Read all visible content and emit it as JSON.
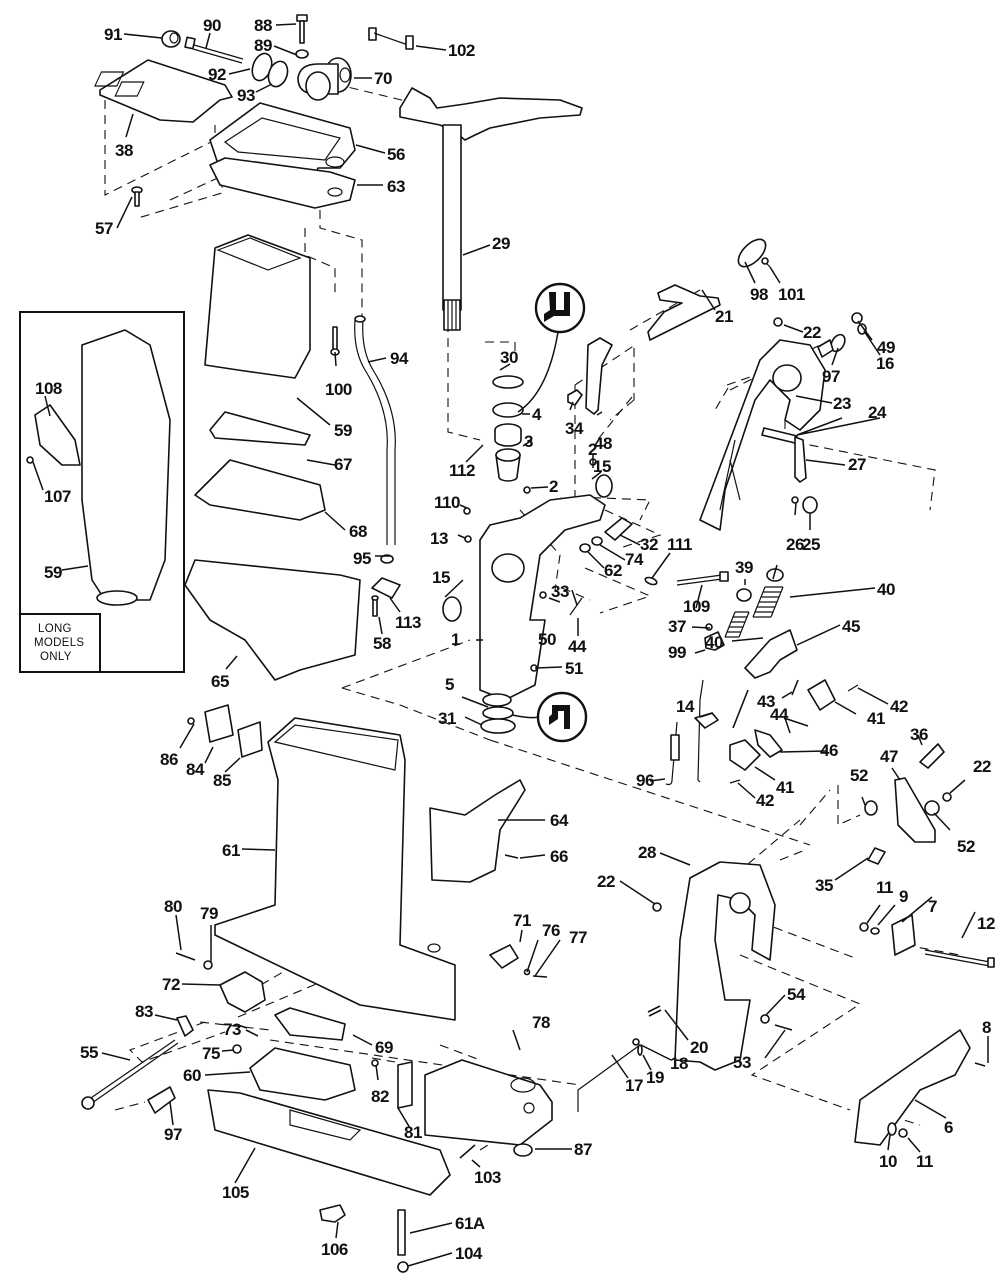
{
  "diagram": {
    "type": "exploded-parts-diagram",
    "subject": "Outboard motor midsection / exhaust housing and swivel bracket assembly",
    "inset_note": [
      "LONG",
      "MODELS",
      "ONLY"
    ],
    "symbols": [
      {
        "name": "lubricate-symbol-upper",
        "meaning": "apply sealant/lubricant",
        "points_to": "4"
      },
      {
        "name": "lubricate-symbol-lower",
        "meaning": "apply sealant/lubricant",
        "points_to": "5"
      }
    ],
    "callouts": [
      {
        "id": "c91",
        "label": "91"
      },
      {
        "id": "c90",
        "label": "90"
      },
      {
        "id": "c88",
        "label": "88"
      },
      {
        "id": "c89",
        "label": "89"
      },
      {
        "id": "c102",
        "label": "102"
      },
      {
        "id": "c92",
        "label": "92"
      },
      {
        "id": "c70",
        "label": "70"
      },
      {
        "id": "c93",
        "label": "93"
      },
      {
        "id": "c38",
        "label": "38"
      },
      {
        "id": "c56",
        "label": "56"
      },
      {
        "id": "c63",
        "label": "63"
      },
      {
        "id": "c57",
        "label": "57"
      },
      {
        "id": "c29",
        "label": "29"
      },
      {
        "id": "c98",
        "label": "98"
      },
      {
        "id": "c101",
        "label": "101"
      },
      {
        "id": "c21",
        "label": "21"
      },
      {
        "id": "c22a",
        "label": "22"
      },
      {
        "id": "c49",
        "label": "49"
      },
      {
        "id": "c16",
        "label": "16"
      },
      {
        "id": "c97a",
        "label": "97"
      },
      {
        "id": "c23",
        "label": "23"
      },
      {
        "id": "c24",
        "label": "24"
      },
      {
        "id": "c27",
        "label": "27"
      },
      {
        "id": "c108",
        "label": "108"
      },
      {
        "id": "c107",
        "label": "107"
      },
      {
        "id": "c59a",
        "label": "59"
      },
      {
        "id": "c100",
        "label": "100"
      },
      {
        "id": "c94",
        "label": "94"
      },
      {
        "id": "c59b",
        "label": "59"
      },
      {
        "id": "c67",
        "label": "67"
      },
      {
        "id": "c68",
        "label": "68"
      },
      {
        "id": "c30",
        "label": "30"
      },
      {
        "id": "c4",
        "label": "4"
      },
      {
        "id": "c112",
        "label": "112"
      },
      {
        "id": "c3",
        "label": "3"
      },
      {
        "id": "c34",
        "label": "34"
      },
      {
        "id": "c48",
        "label": "48"
      },
      {
        "id": "c2a",
        "label": "2"
      },
      {
        "id": "c2b",
        "label": "2"
      },
      {
        "id": "c15a",
        "label": "15"
      },
      {
        "id": "c110",
        "label": "110"
      },
      {
        "id": "c13",
        "label": "13"
      },
      {
        "id": "c26",
        "label": "26"
      },
      {
        "id": "c25",
        "label": "25"
      },
      {
        "id": "c32",
        "label": "32"
      },
      {
        "id": "c74",
        "label": "74"
      },
      {
        "id": "c62",
        "label": "62"
      },
      {
        "id": "c111",
        "label": "111"
      },
      {
        "id": "c95",
        "label": "95"
      },
      {
        "id": "c15b",
        "label": "15"
      },
      {
        "id": "c113",
        "label": "113"
      },
      {
        "id": "c58",
        "label": "58"
      },
      {
        "id": "c1",
        "label": "1"
      },
      {
        "id": "c33",
        "label": "33"
      },
      {
        "id": "c50",
        "label": "50"
      },
      {
        "id": "c44a",
        "label": "44"
      },
      {
        "id": "c109",
        "label": "109"
      },
      {
        "id": "c39",
        "label": "39"
      },
      {
        "id": "c40a",
        "label": "40"
      },
      {
        "id": "c40b",
        "label": "40"
      },
      {
        "id": "c45",
        "label": "45"
      },
      {
        "id": "c37",
        "label": "37"
      },
      {
        "id": "c99",
        "label": "99"
      },
      {
        "id": "c65",
        "label": "65"
      },
      {
        "id": "c51",
        "label": "51"
      },
      {
        "id": "c5",
        "label": "5"
      },
      {
        "id": "c31",
        "label": "31"
      },
      {
        "id": "c42a",
        "label": "42"
      },
      {
        "id": "c41a",
        "label": "41"
      },
      {
        "id": "c43",
        "label": "43"
      },
      {
        "id": "c44b",
        "label": "44"
      },
      {
        "id": "c46",
        "label": "46"
      },
      {
        "id": "c14",
        "label": "14"
      },
      {
        "id": "c86",
        "label": "86"
      },
      {
        "id": "c84",
        "label": "84"
      },
      {
        "id": "c85",
        "label": "85"
      },
      {
        "id": "c96",
        "label": "96"
      },
      {
        "id": "c41b",
        "label": "41"
      },
      {
        "id": "c42b",
        "label": "42"
      },
      {
        "id": "c36",
        "label": "36"
      },
      {
        "id": "c47",
        "label": "47"
      },
      {
        "id": "c22b",
        "label": "22"
      },
      {
        "id": "c52a",
        "label": "52"
      },
      {
        "id": "c52b",
        "label": "52"
      },
      {
        "id": "c64",
        "label": "64"
      },
      {
        "id": "c61",
        "label": "61"
      },
      {
        "id": "c66",
        "label": "66"
      },
      {
        "id": "c28",
        "label": "28"
      },
      {
        "id": "c22c",
        "label": "22"
      },
      {
        "id": "c35",
        "label": "35"
      },
      {
        "id": "c80",
        "label": "80"
      },
      {
        "id": "c79",
        "label": "79"
      },
      {
        "id": "c11a",
        "label": "11"
      },
      {
        "id": "c9",
        "label": "9"
      },
      {
        "id": "c7",
        "label": "7"
      },
      {
        "id": "c12",
        "label": "12"
      },
      {
        "id": "c71",
        "label": "71"
      },
      {
        "id": "c76",
        "label": "76"
      },
      {
        "id": "c77",
        "label": "77"
      },
      {
        "id": "c72",
        "label": "72"
      },
      {
        "id": "c83",
        "label": "83"
      },
      {
        "id": "c73",
        "label": "73"
      },
      {
        "id": "c69",
        "label": "69"
      },
      {
        "id": "c78",
        "label": "78"
      },
      {
        "id": "c54",
        "label": "54"
      },
      {
        "id": "c8",
        "label": "8"
      },
      {
        "id": "c55",
        "label": "55"
      },
      {
        "id": "c75",
        "label": "75"
      },
      {
        "id": "c60",
        "label": "60"
      },
      {
        "id": "c82",
        "label": "82"
      },
      {
        "id": "c20",
        "label": "20"
      },
      {
        "id": "c18",
        "label": "18"
      },
      {
        "id": "c19",
        "label": "19"
      },
      {
        "id": "c17",
        "label": "17"
      },
      {
        "id": "c53",
        "label": "53"
      },
      {
        "id": "c97b",
        "label": "97"
      },
      {
        "id": "c81",
        "label": "81"
      },
      {
        "id": "c6",
        "label": "6"
      },
      {
        "id": "c87",
        "label": "87"
      },
      {
        "id": "c103",
        "label": "103"
      },
      {
        "id": "c105",
        "label": "105"
      },
      {
        "id": "c10",
        "label": "10"
      },
      {
        "id": "c11b",
        "label": "11"
      },
      {
        "id": "c61A",
        "label": "61A"
      },
      {
        "id": "c106",
        "label": "106"
      },
      {
        "id": "c104",
        "label": "104"
      }
    ]
  }
}
